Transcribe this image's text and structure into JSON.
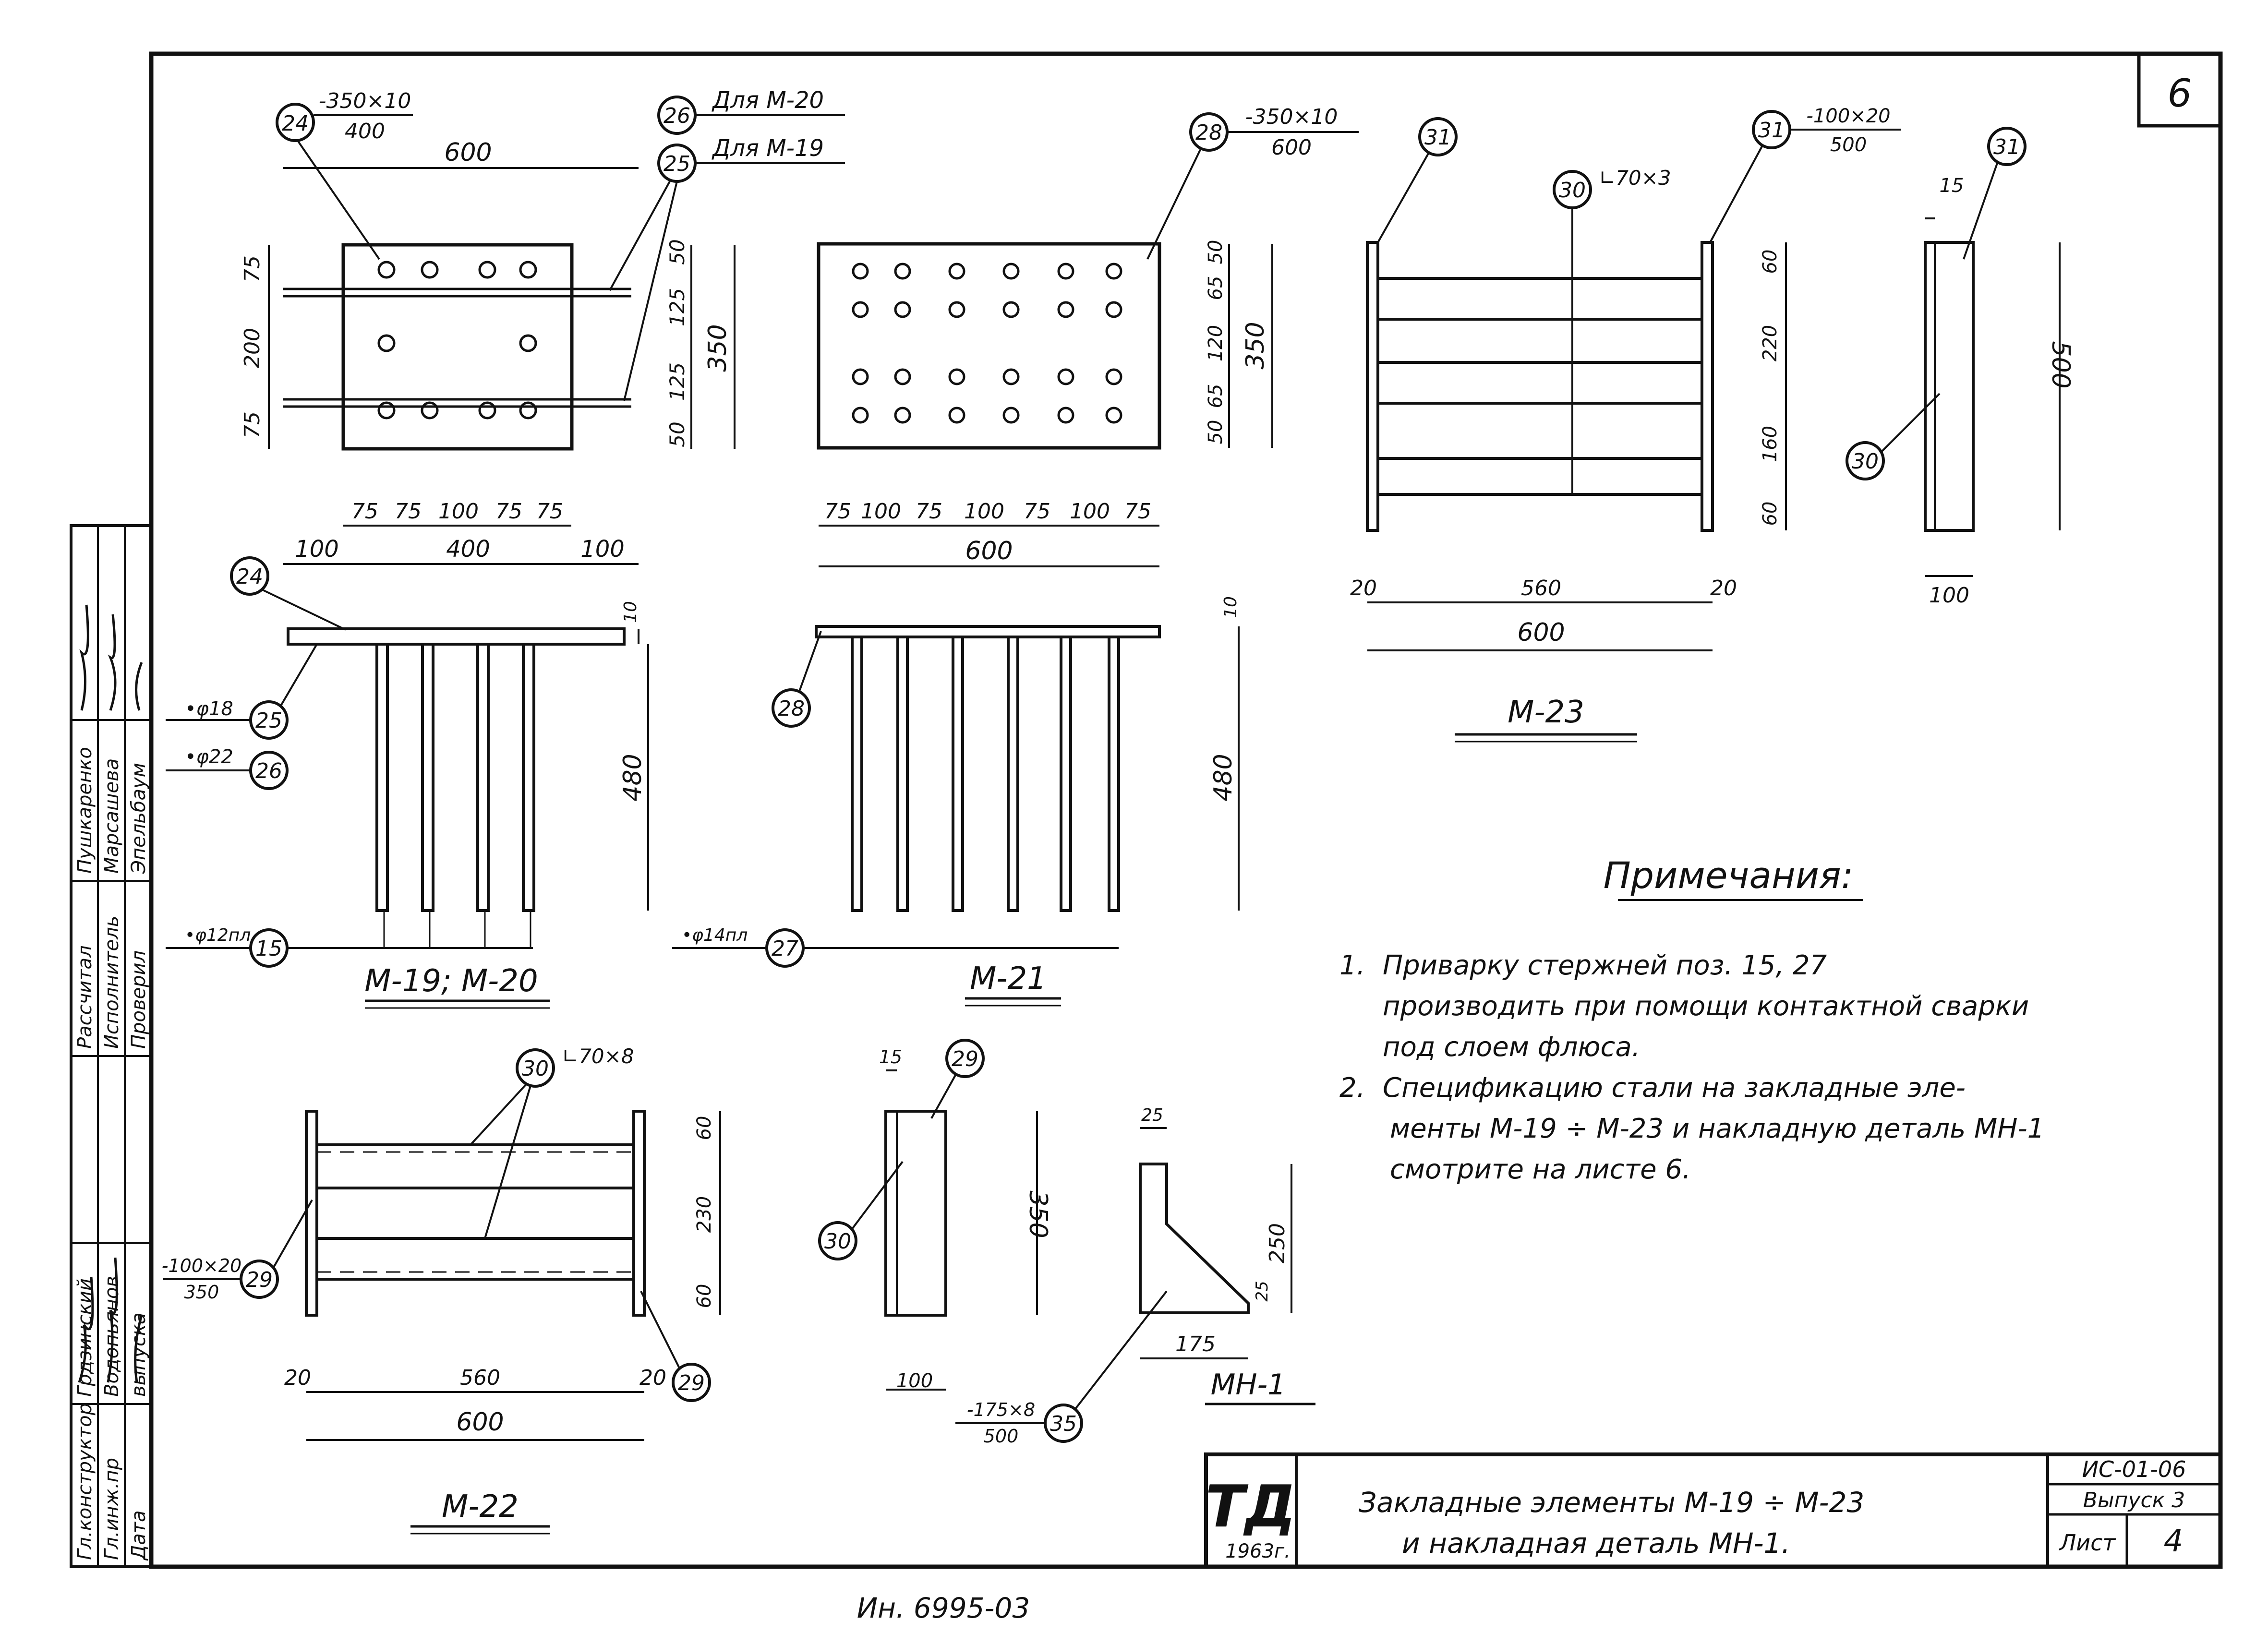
{
  "sheet_number_corner": "6",
  "frame": {
    "side_block": [
      {
        "role": "Гл.конструктор",
        "name": "Грдзинский"
      },
      {
        "role": "Гл.инж.пр",
        "name": "Водопьянов"
      },
      {
        "role": "Дата",
        "name": "выпуска"
      },
      {
        "role": "Рассчитал",
        "name": "Пушкаренко"
      },
      {
        "role": "Исполнитель",
        "name": "Марсашева"
      },
      {
        "role": "Проверил",
        "name": "Эпельбаум"
      }
    ]
  },
  "views": {
    "m19_plan": {
      "dims_top": [
        "600"
      ],
      "dims_bottom_segments": [
        "75",
        "75",
        "100",
        "75",
        "75"
      ],
      "dims_bottom_outer": [
        "100",
        "400",
        "100"
      ],
      "dims_left": [
        "75",
        "200",
        "75"
      ],
      "dims_right_inner": [
        "50",
        "125",
        "125",
        "50"
      ],
      "dims_right_total": "350",
      "callout_24": {
        "pos": "24",
        "spec_top": "-350×10",
        "spec_bottom": "400"
      },
      "callout_26": {
        "pos": "26",
        "note": "Для М-20"
      },
      "callout_25": {
        "pos": "25",
        "note": "Для М-19"
      }
    },
    "m19_side": {
      "dims": [
        "10",
        "480"
      ],
      "callouts": [
        {
          "pos": "24",
          "spec": ""
        },
        {
          "pos": "25",
          "spec": "•φ18"
        },
        {
          "pos": "26",
          "spec": "•φ22"
        },
        {
          "pos": "15",
          "spec": "•φ12пл"
        }
      ],
      "title": "М-19; М-20"
    },
    "m21_plan": {
      "callout_28": {
        "pos": "28",
        "spec_top": "-350×10",
        "spec_bottom": "600"
      },
      "dims_bottom_segments": [
        "75",
        "100",
        "75",
        "100",
        "75",
        "100",
        "75"
      ],
      "dims_bottom_total": "600",
      "dims_right_inner": [
        "50",
        "65",
        "120",
        "65",
        "50"
      ],
      "dims_right_total": "350"
    },
    "m21_side": {
      "dims": [
        "10",
        "480"
      ],
      "callouts": [
        {
          "pos": "28",
          "spec": ""
        },
        {
          "pos": "27",
          "spec": "•φ14пл"
        }
      ],
      "title": "М-21"
    },
    "m23": {
      "callout_31_left": {
        "pos": "31"
      },
      "callout_30": {
        "pos": "30",
        "spec": "∟70×3"
      },
      "callout_31_right": {
        "pos": "31",
        "spec_top": "-100×20",
        "spec_bottom": "500"
      },
      "dims_right": [
        "60",
        "220",
        "160",
        "60"
      ],
      "dims_bottom": [
        "20",
        "560",
        "20"
      ],
      "dims_bottom_total": "600",
      "title": "М-23"
    },
    "m23_side": {
      "callout_31": {
        "pos": "31"
      },
      "callout_30": {
        "pos": "30"
      },
      "dim_top": "15",
      "dim_right": "500",
      "dim_bottom": "100"
    },
    "m22": {
      "callout_30": {
        "pos": "30",
        "spec": "∟70×8"
      },
      "callout_29_left": {
        "pos": "29",
        "spec_top": "-100×20",
        "spec_bottom": "350"
      },
      "callout_29_right": {
        "pos": "29"
      },
      "dims_right": [
        "60",
        "230",
        "60"
      ],
      "dims_bottom": [
        "20",
        "560",
        "20"
      ],
      "dims_bottom_total": "600",
      "title": "М-22"
    },
    "m22_side": {
      "callout_29": {
        "pos": "29"
      },
      "callout_30": {
        "pos": "30"
      },
      "dim_top": "15",
      "dim_right": "350",
      "dim_bottom": "100"
    },
    "mn1": {
      "callout_35": {
        "pos": "35",
        "spec_top": "-175×8",
        "spec_bottom": "500"
      },
      "dim_top": "25",
      "dim_right": "250",
      "dim_corner": "25",
      "dim_bottom": "175",
      "title": "МН-1"
    }
  },
  "notes": {
    "heading": "Примечания:",
    "items": [
      {
        "num": "1.",
        "lines": [
          "Приварку   стержней   поз. 15, 27",
          "производить   при   помощи   контактной   сварки",
          "под   слоем   флюса."
        ]
      },
      {
        "num": "2.",
        "lines": [
          "Спецификацию   стали   на   закладные   эле-",
          "менты   М-19 ÷ М-23   и   накладную   деталь   МН-1",
          "смотрите   на   листе   6."
        ]
      }
    ]
  },
  "title_block": {
    "logo": "ТД",
    "year": "1963г.",
    "title_line1": "Закладные   элементы   М-19 ÷ М-23",
    "title_line2": "и   накладная   деталь   МН-1.",
    "doc_code": "ИС-01-06",
    "issue": "Выпуск 3",
    "sheet_label": "Лист",
    "sheet_number": "4"
  },
  "inventory_number": "Ин. 6995-03"
}
